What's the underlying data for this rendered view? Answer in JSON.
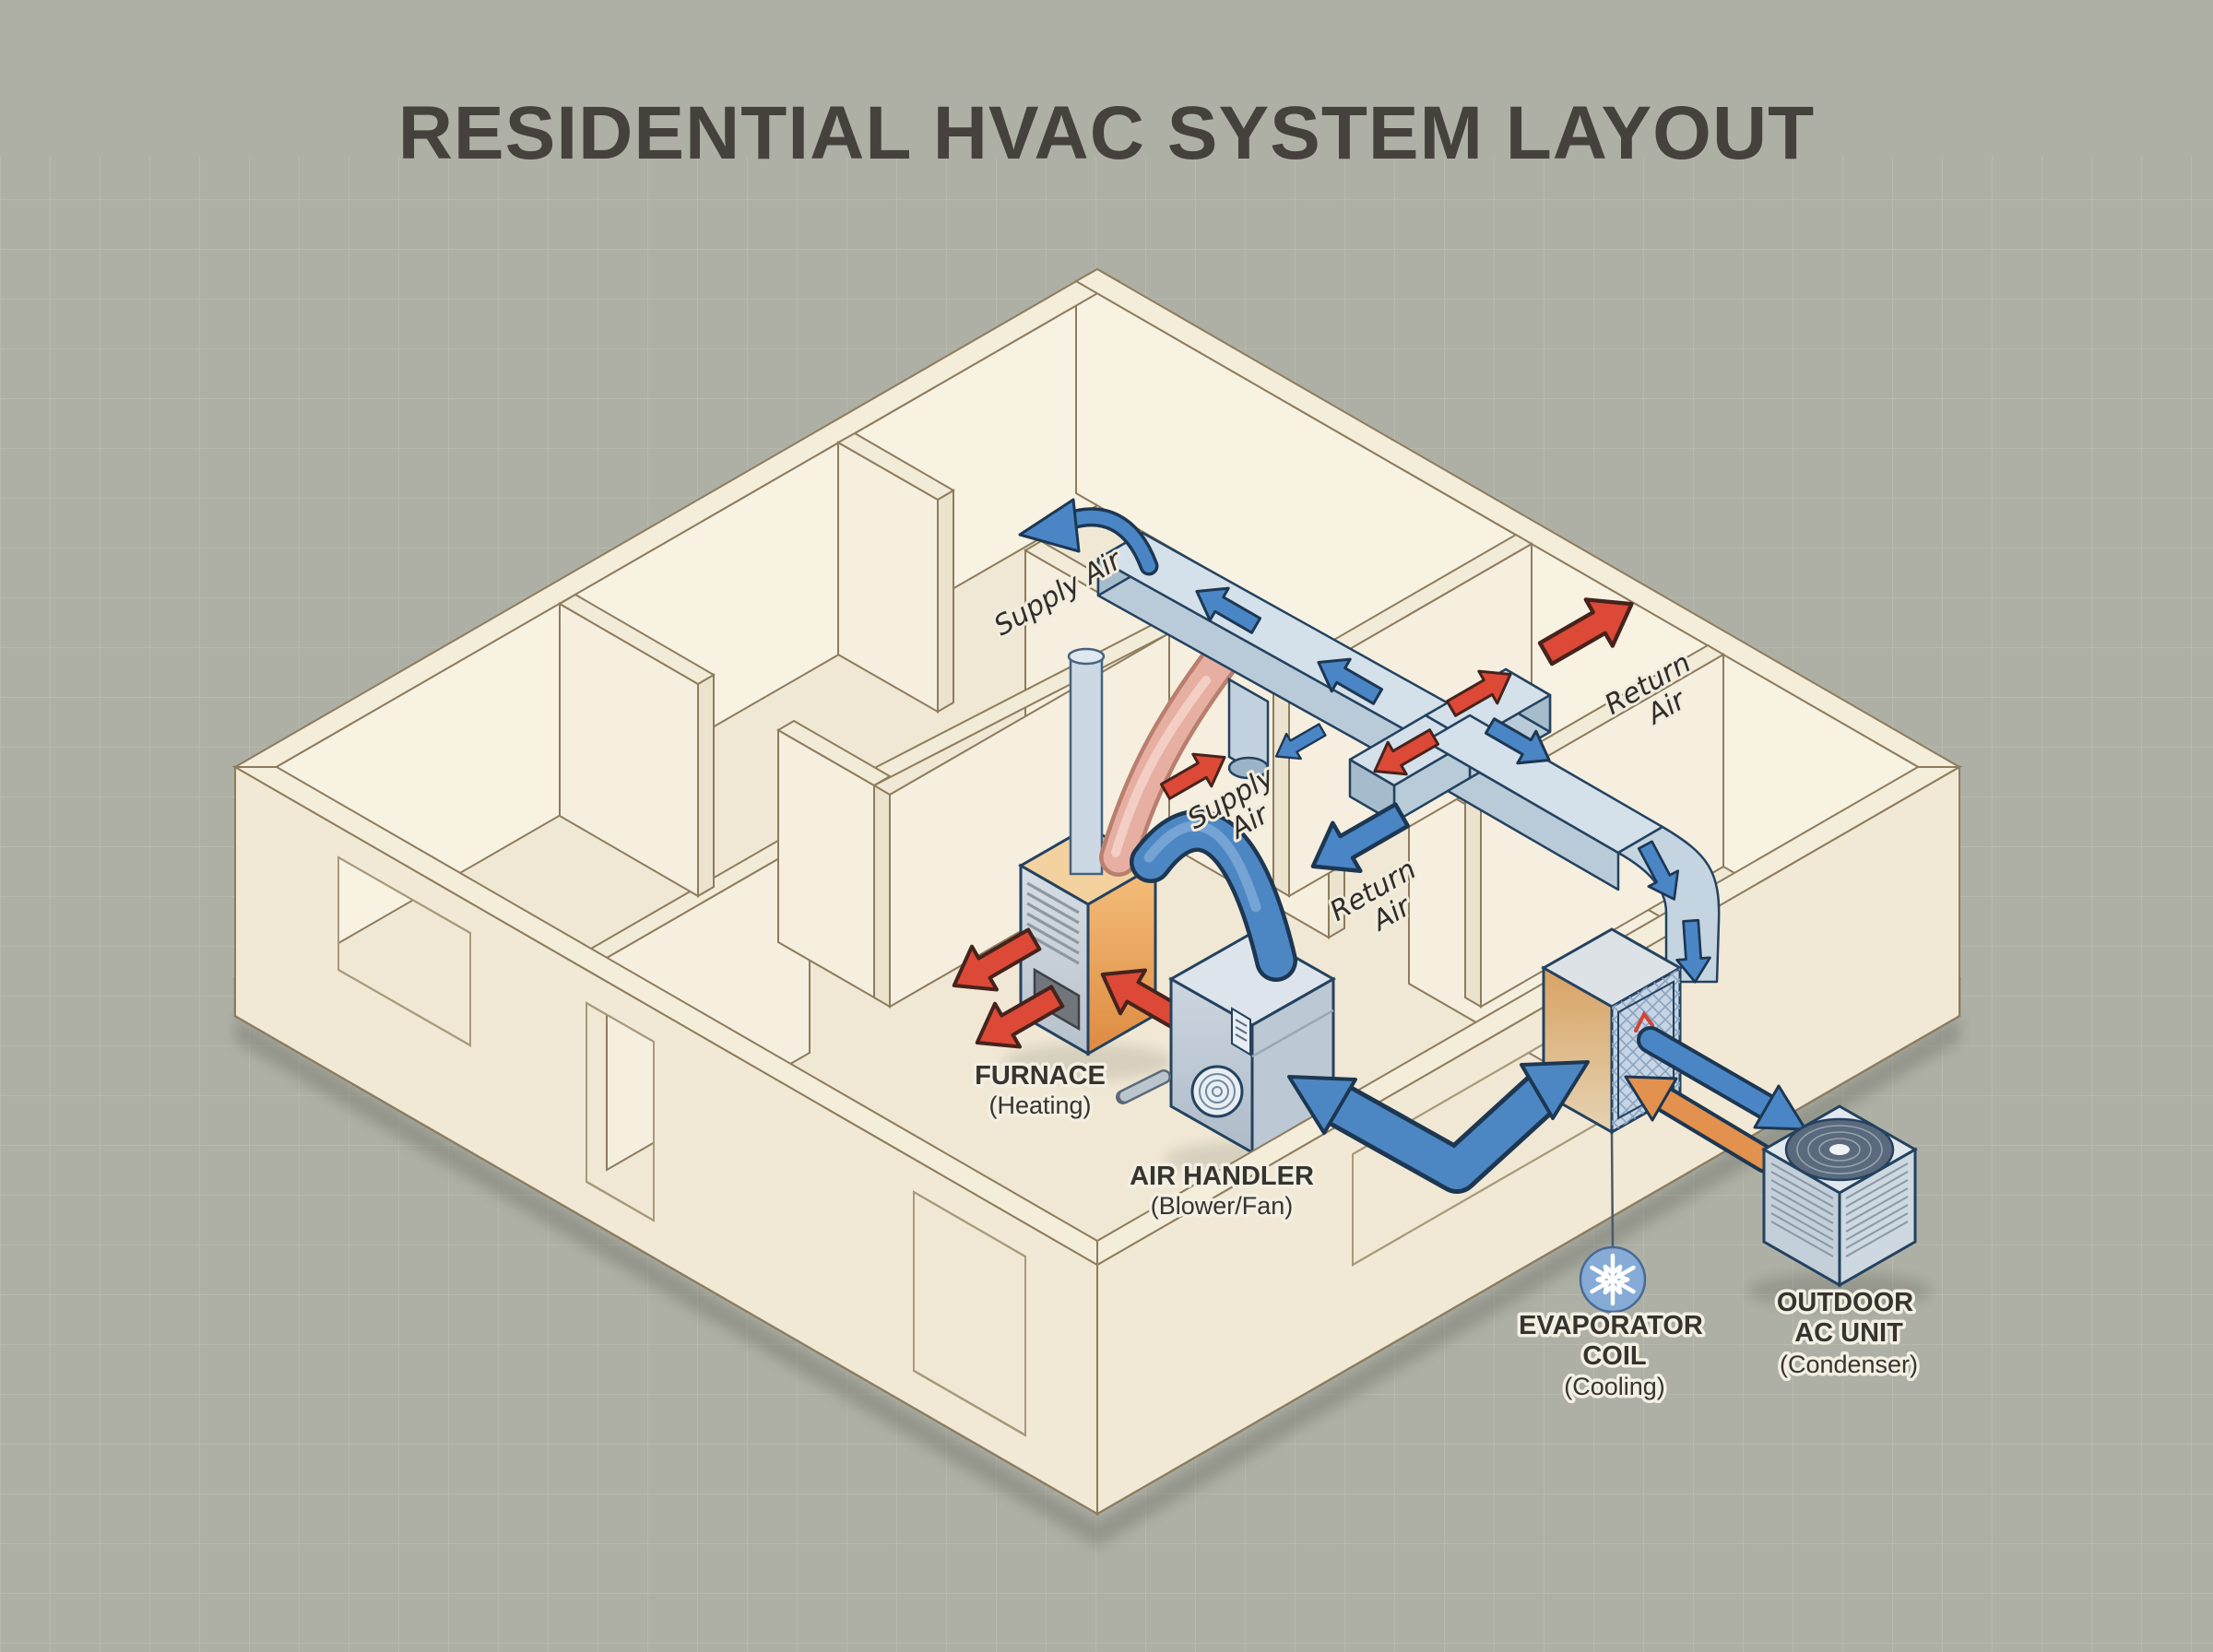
{
  "title": "RESIDENTIAL HVAC SYSTEM LAYOUT",
  "labels": {
    "furnace": {
      "name": "FURNACE",
      "sub": "(Heating)"
    },
    "air_handler": {
      "name": "AIR HANDLER",
      "sub": "(Blower/Fan)"
    },
    "evaporator": {
      "line1": "EVAPORATOR",
      "line2": "COIL",
      "sub": "(Cooling)"
    },
    "outdoor": {
      "line1": "OUTDOOR",
      "line2": "AC UNIT",
      "sub": "(Condenser)"
    },
    "supply_trunk": "Supply Air",
    "supply_center": {
      "line1": "Supply",
      "line2": "Air"
    },
    "return_right": {
      "line1": "Return",
      "line2": "Air"
    },
    "return_center": {
      "line1": "Return",
      "line2": "Air"
    }
  },
  "colors": {
    "background": "#aeb0a5",
    "grid_line": "#c6c8ba",
    "house_wall": "#f1e9d5",
    "wall_edge": "#8d7c5e",
    "duct_fill": "#d4e0ea",
    "duct_outline": "#24425f",
    "supply_air_blue": "#4a86c6",
    "return_air_red": "#dc4937",
    "refrigerant_orange": "#e2914e",
    "furnace_orange": "#eda45e",
    "unit_gray_blue": "#c3ccd7",
    "snowflake_blue": "#85abd6",
    "label_text": "#37332e"
  }
}
